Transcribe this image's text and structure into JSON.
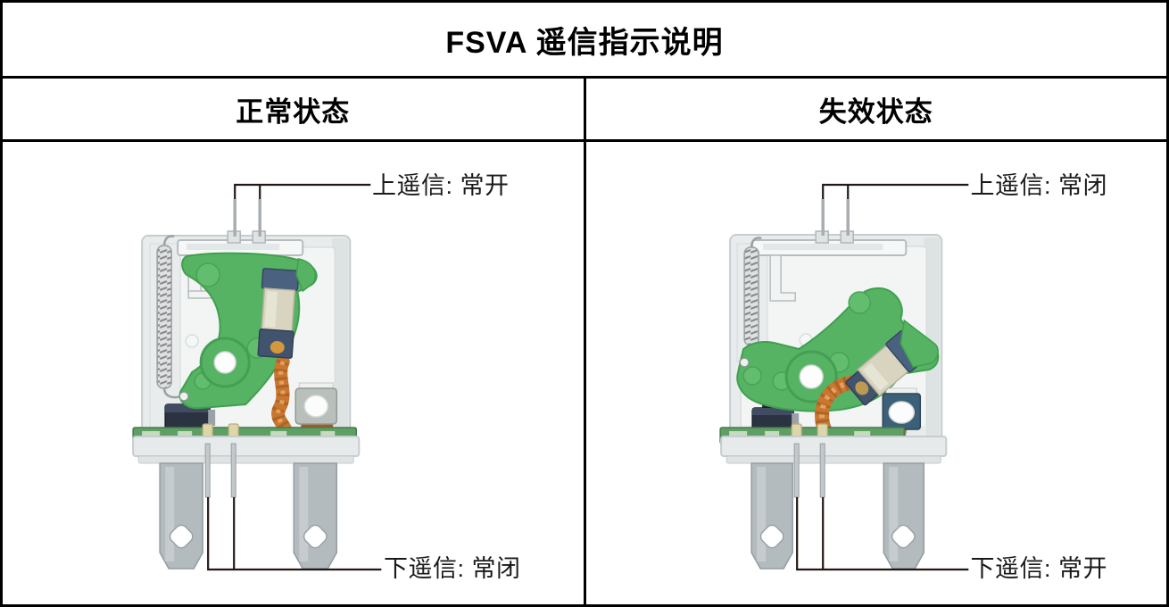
{
  "title": "FSVA 遥信指示说明",
  "panels": [
    {
      "header": "正常状态",
      "top_callout": "上遥信: 常开",
      "bottom_callout": "下遥信: 常闭"
    },
    {
      "header": "失效状态",
      "top_callout": "上遥信: 常闭",
      "bottom_callout": "下遥信: 常开"
    }
  ],
  "colors": {
    "table_border": "#000000",
    "callout_line": "#231815",
    "label_text": "#1a1a1a",
    "lever_green": "#56b363",
    "copper": "#c87630",
    "housing_gray": "#edf0f0",
    "blade_gray": "#b4bbbf",
    "fuse_cap_blue": "#4a627f",
    "pcb_green": "#5f9f65"
  }
}
